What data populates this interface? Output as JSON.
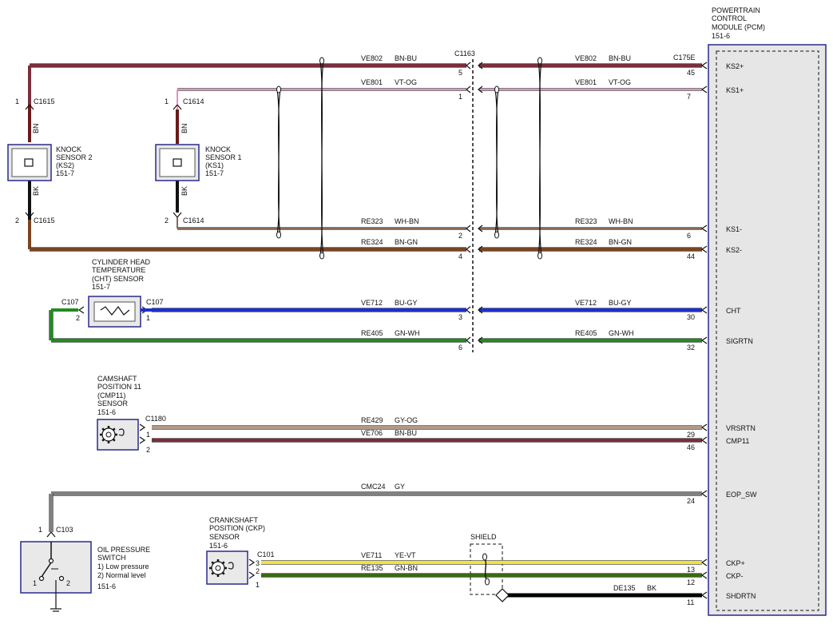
{
  "pcm": {
    "title": [
      "POWERTRAIN",
      "CONTROL",
      "MODULE (PCM)",
      "151-6"
    ],
    "connector": "C175E",
    "pins": [
      {
        "name": "KS2+",
        "pin": "45"
      },
      {
        "name": "KS1+",
        "pin": "7"
      },
      {
        "name": "KS1-",
        "pin": "6"
      },
      {
        "name": "KS2-",
        "pin": "44"
      },
      {
        "name": "CHT",
        "pin": "30"
      },
      {
        "name": "SIGRTN",
        "pin": "32"
      },
      {
        "name": "VRSRTN",
        "pin": "29"
      },
      {
        "name": "CMP11",
        "pin": "46"
      },
      {
        "name": "EOP_SW",
        "pin": "24"
      },
      {
        "name": "CKP+",
        "pin": "13"
      },
      {
        "name": "CKP-",
        "pin": "12"
      },
      {
        "name": "SHDRTN",
        "pin": "11"
      }
    ]
  },
  "inline_connector": {
    "name": "C1163",
    "pins": [
      "5",
      "1",
      "2",
      "4",
      "3",
      "6"
    ]
  },
  "wires": [
    {
      "circuit": "VE802",
      "color": "BN-BU",
      "hex": "#7a2e3c"
    },
    {
      "circuit": "VE801",
      "color": "VT-OG",
      "hex": "#e88fc4"
    },
    {
      "circuit": "RE323",
      "color": "WH-BN",
      "hex": "#8a6a58"
    },
    {
      "circuit": "RE324",
      "color": "BN-GN",
      "hex": "#7a4520"
    },
    {
      "circuit": "VE712",
      "color": "BU-GY",
      "hex": "#1d2fd0"
    },
    {
      "circuit": "RE405",
      "color": "GN-WH",
      "hex": "#1f8c1f"
    },
    {
      "circuit": "RE429",
      "color": "GY-OG",
      "hex": "#b09a88"
    },
    {
      "circuit": "VE706",
      "color": "BN-BU",
      "hex": "#7a2e3c"
    },
    {
      "circuit": "CMC24",
      "color": "GY",
      "hex": "#808080"
    },
    {
      "circuit": "VE711",
      "color": "YE-VT",
      "hex": "#f2e23a"
    },
    {
      "circuit": "RE135",
      "color": "GN-BN",
      "hex": "#3a6a10"
    },
    {
      "circuit": "DE135",
      "color": "BK",
      "hex": "#000000"
    }
  ],
  "knock_sensor_2": {
    "title": [
      "KNOCK",
      "SENSOR 2",
      "(KS2)",
      "151-7"
    ],
    "connector": "C1615",
    "pin_top": "1",
    "pin_bottom": "2",
    "wire_top": "BN",
    "wire_bottom": "BK"
  },
  "knock_sensor_1": {
    "title": [
      "KNOCK",
      "SENSOR 1",
      "(KS1)",
      "151-7"
    ],
    "connector": "C1614",
    "pin_top": "1",
    "pin_bottom": "2",
    "wire_top": "BN",
    "wire_bottom": "BK"
  },
  "cht_sensor": {
    "title": [
      "CYLINDER HEAD",
      "TEMPERATURE",
      "(CHT) SENSOR",
      "151-7"
    ],
    "connector": "C107",
    "pin_left": "2",
    "pin_right": "1"
  },
  "cmp_sensor": {
    "title": [
      "CAMSHAFT",
      "POSITION 11",
      "(CMP11)",
      "SENSOR",
      "151-6"
    ],
    "connector": "C1180",
    "pins": [
      "1",
      "2"
    ]
  },
  "oil_switch": {
    "title": [
      "OIL PRESSURE",
      "SWITCH",
      "1) Low pressure",
      "2) Normal level",
      "151-6"
    ],
    "connector": "C103",
    "pin": "1",
    "inner_pins": [
      "1",
      "2"
    ]
  },
  "ckp_sensor": {
    "title": [
      "CRANKSHAFT",
      "POSITION (CKP)",
      "SENSOR",
      "151-6"
    ],
    "connector": "C101",
    "pins": [
      "3",
      "2",
      "1"
    ]
  },
  "shield_label": "SHIELD"
}
